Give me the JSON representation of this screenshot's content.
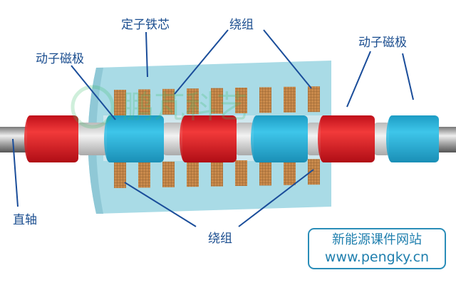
{
  "labels": {
    "stator_core": "定子铁芯",
    "winding_top": "绕组",
    "winding_bottom": "绕组",
    "mover_pole_left": "动子磁极",
    "mover_pole_right": "动子磁极",
    "shaft": "直轴"
  },
  "site_box": {
    "name": "新能源课件网站",
    "url": "www.pengky.cn"
  },
  "watermark": "鹏芃科艺",
  "colors": {
    "stator": "#a9dbe6",
    "red_magnet": "#e0202a",
    "cyan_magnet": "#2bb5dc",
    "spacer": "#e4e6e6",
    "winding": "#c8884a",
    "leader_line": "#1a4d9a"
  }
}
